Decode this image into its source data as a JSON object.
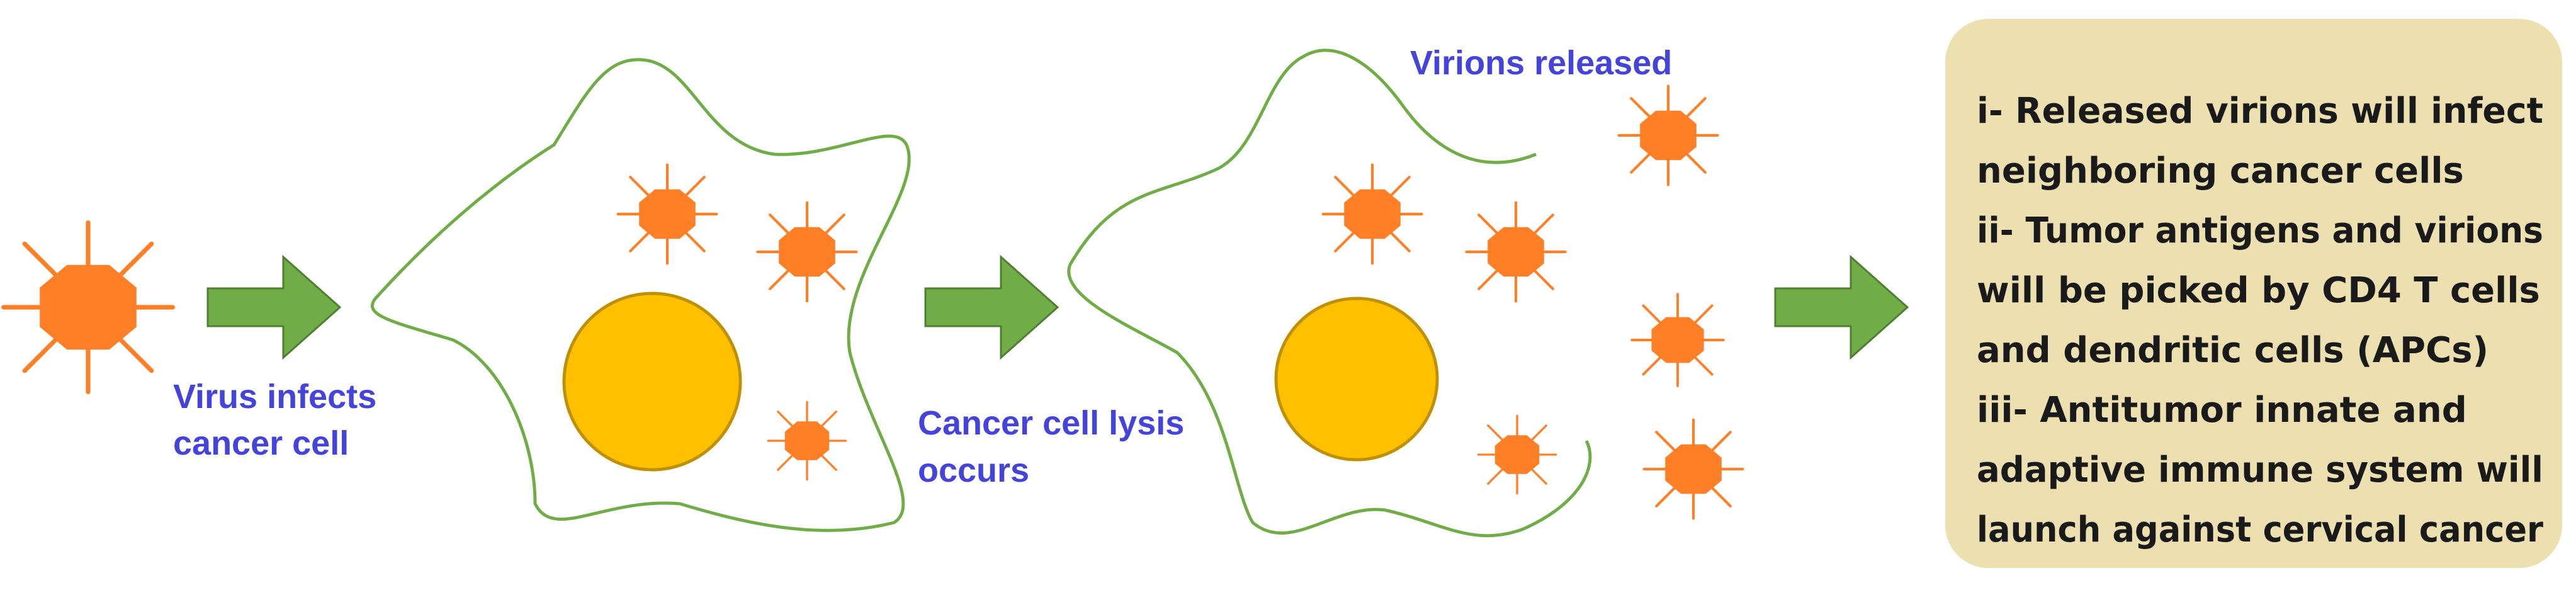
{
  "colors": {
    "virus": "#FF7F27",
    "arrow": "#70AD47",
    "arrow_edge": "#507E32",
    "nucleus": "#FFC000",
    "nucleus_edge": "#BF9000",
    "membrane": "#70AD47",
    "label": "#4444DD",
    "panel_bg": "#ECDFB0",
    "panel_text": "#1A1A1A"
  },
  "labels": {
    "virus_infects_1": "Virus infects",
    "virus_infects_2": "cancer cell",
    "lysis_1": "Cancer cell lysis",
    "lysis_2": "occurs",
    "virions_released": "Virions released"
  },
  "panel": {
    "lines": [
      "i- Released virions will infect",
      "neighboring cancer cells",
      "ii- Tumor antigens and virions",
      "will be picked by CD4 T cells",
      "and dendritic cells (APCs)",
      "iii- Antitumor innate and",
      "adaptive immune system will",
      "launch against cervical cancer"
    ]
  },
  "icons": {
    "virus": "virus-particle-icon",
    "arrow": "right-arrow-icon",
    "nucleus": "cell-nucleus-icon"
  }
}
